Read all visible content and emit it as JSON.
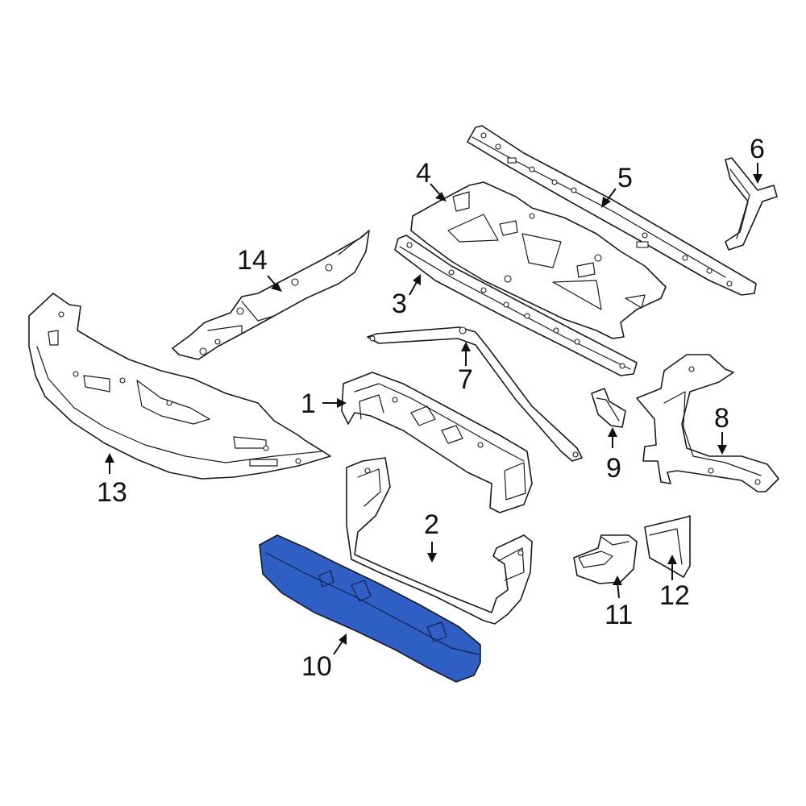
{
  "diagram": {
    "highlight_color": "#2f5fc4",
    "line_color": "#1a1a1a",
    "callouts": [
      {
        "id": "1",
        "label": "1"
      },
      {
        "id": "2",
        "label": "2"
      },
      {
        "id": "3",
        "label": "3"
      },
      {
        "id": "4",
        "label": "4"
      },
      {
        "id": "5",
        "label": "5"
      },
      {
        "id": "6",
        "label": "6"
      },
      {
        "id": "7",
        "label": "7"
      },
      {
        "id": "8",
        "label": "8"
      },
      {
        "id": "9",
        "label": "9"
      },
      {
        "id": "10",
        "label": "10",
        "highlighted": true
      },
      {
        "id": "11",
        "label": "11"
      },
      {
        "id": "12",
        "label": "12"
      },
      {
        "id": "13",
        "label": "13"
      },
      {
        "id": "14",
        "label": "14"
      }
    ]
  }
}
